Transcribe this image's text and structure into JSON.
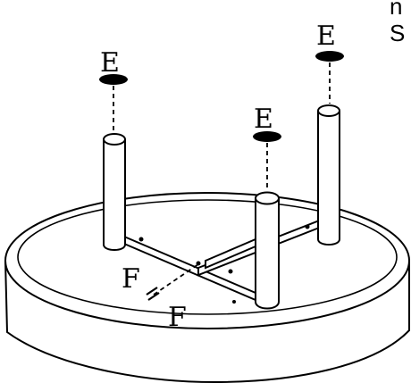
{
  "labels": {
    "e_left": "E",
    "e_right": "E",
    "e_middle": "E",
    "f_upper": "F",
    "f_lower": "F",
    "corner_top": "n",
    "corner_bottom": "S"
  },
  "colors": {
    "ink": "#000000",
    "paper": "#ffffff"
  }
}
